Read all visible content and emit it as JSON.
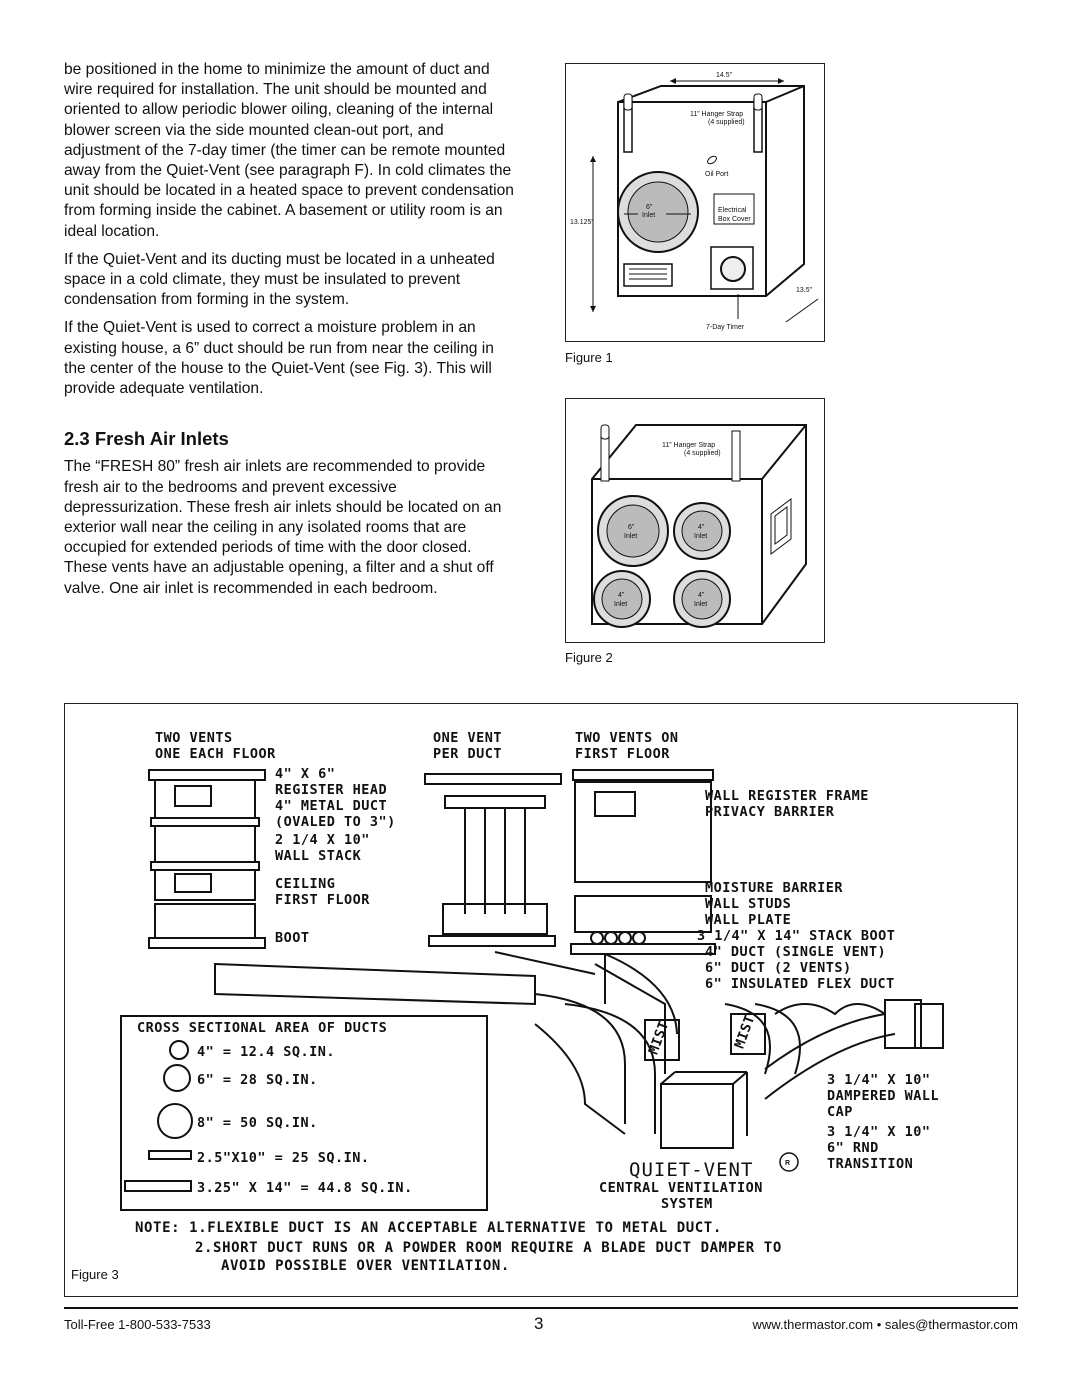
{
  "body": {
    "paragraphs": [
      "be positioned in the home to minimize the amount of duct and wire required for installation. The unit should be mounted and oriented to allow periodic blower oiling, cleaning of the internal blower screen via the side mounted clean-out port, and adjustment of the 7-day timer (the timer can be remote mounted away from the Quiet-Vent (see paragraph F). In cold climates the unit should be located in a heated space to prevent condensation from forming inside the cabinet. A basement or utility room is an ideal location.",
      "If the Quiet-Vent and its ducting must be located in a unheated space in a cold climate, they must be insulated to prevent condensation from forming in the system.",
      "If the Quiet-Vent is used to correct a moisture problem in an existing house, a 6” duct should be run from near the ceiling in the center of the house to the Quiet-Vent (see Fig. 3). This will provide adequate ventilation."
    ],
    "heading": "2.3 Fresh Air Inlets",
    "paragraph_after": "The “FRESH 80” fresh air inlets are recommended to provide fresh air to the bedrooms and prevent excessive depressurization. These fresh air inlets should be located on an exterior wall near the ceiling in any isolated rooms that are occupied for extended periods of time with the door closed. These vents have an adjustable opening, a filter and a shut off valve. One air inlet is recommended in each bedroom."
  },
  "figure1": {
    "caption": "Figure 1",
    "width_dim": "14.5”",
    "height_dim": "13.125”",
    "depth_dim": "13.5”",
    "strap_line1": "11” Hanger Strap",
    "strap_line2": "(4 supplied)",
    "oil_port": "Oil Port",
    "inlet_size": "6”",
    "inlet": "Inlet",
    "electrical1": "Electrical",
    "electrical2": "Box Cover",
    "timer": "7-Day Timer"
  },
  "figure2": {
    "caption": "Figure 2",
    "strap_line1": "11” Hanger Strap",
    "strap_line2": "(4 supplied)",
    "inlets": [
      {
        "size": "6”",
        "label": "Inlet"
      },
      {
        "size": "4”",
        "label": "Inlet"
      },
      {
        "size": "4”",
        "label": "Inlet"
      },
      {
        "size": "4”",
        "label": "Inlet"
      }
    ]
  },
  "figure3": {
    "caption": "Figure 3",
    "col1_title1": "TWO VENTS",
    "col1_title2": "ONE EACH FLOOR",
    "col2_title1": "ONE VENT",
    "col2_title2": "PER DUCT",
    "col3_title1": "TWO VENTS ON",
    "col3_title2": "FIRST FLOOR",
    "left_labels": [
      "4\" X 6\"",
      "REGISTER HEAD",
      "4\" METAL DUCT",
      "(OVALED TO 3\")",
      "2 1/4 X 10\"",
      "WALL STACK",
      "CEILING",
      "FIRST FLOOR",
      "BOOT"
    ],
    "right_labels": [
      "WALL REGISTER FRAME",
      "PRIVACY BARRIER",
      "MOISTURE BARRIER",
      "WALL STUDS",
      "WALL PLATE",
      "3 1/4\" X 14\" STACK BOOT",
      "4\" DUCT (SINGLE VENT)",
      "6\" DUCT (2 VENTS)",
      "6\" INSULATED FLEX DUCT"
    ],
    "cap_labels": [
      "3 1/4\" X 10\"",
      "DAMPERED WALL",
      "CAP",
      "3 1/4\" X 10\"",
      "6\" RND",
      "TRANSITION"
    ],
    "cross_title": "CROSS SECTIONAL AREA OF DUCTS",
    "cross_rows": [
      "4\" = 12.4 SQ.IN.",
      "6\" = 28 SQ.IN.",
      "8\" = 50 SQ.IN.",
      "2.5\"X10\" = 25 SQ.IN.",
      "3.25\" X 14\" = 44.8 SQ.IN."
    ],
    "product_name": "QUIET-VENT",
    "product_mark": "R",
    "product_sub1": "CENTRAL VENTILATION",
    "product_sub2": "SYSTEM",
    "box_label1": "MIST",
    "box_label2": "MIST",
    "note_lines": [
      "NOTE: 1.FLEXIBLE DUCT IS AN ACCEPTABLE ALTERNATIVE TO METAL DUCT.",
      "2.SHORT DUCT RUNS OR A POWDER ROOM REQUIRE A BLADE DUCT DAMPER TO",
      "AVOID POSSIBLE OVER VENTILATION."
    ]
  },
  "footer": {
    "left": "Toll-Free 1-800-533-7533",
    "page": "3",
    "right": "www.thermastor.com • sales@thermastor.com"
  }
}
